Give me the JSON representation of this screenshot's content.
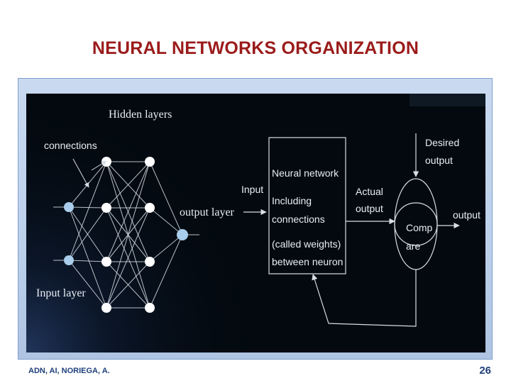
{
  "slide": {
    "title": "NEURAL NETWORKS ORGANIZATION",
    "author": "ADN, AI, NORIEGA, A.",
    "page_number": "26"
  },
  "diagram": {
    "nn": {
      "hidden_layers_label": "Hidden layers",
      "connections_label": "connections",
      "input_layer_label": "Input layer",
      "output_layer_label": "output layer"
    },
    "flow": {
      "input_label": "Input",
      "box_lines": [
        "Neural network",
        "Including",
        "connections",
        "(called weights)",
        "between neuron"
      ],
      "actual_output_lines": [
        "Actual",
        "output"
      ],
      "desired_output_lines": [
        "Desired",
        "output"
      ],
      "compare_lines": [
        "Comp",
        "are"
      ],
      "output_label": "output"
    },
    "colors": {
      "background": "#03090f",
      "line": "#d7dee6",
      "input_node": "#a9cdea",
      "hidden_node": "#ffffff",
      "output_node": "#a9cdea"
    }
  }
}
